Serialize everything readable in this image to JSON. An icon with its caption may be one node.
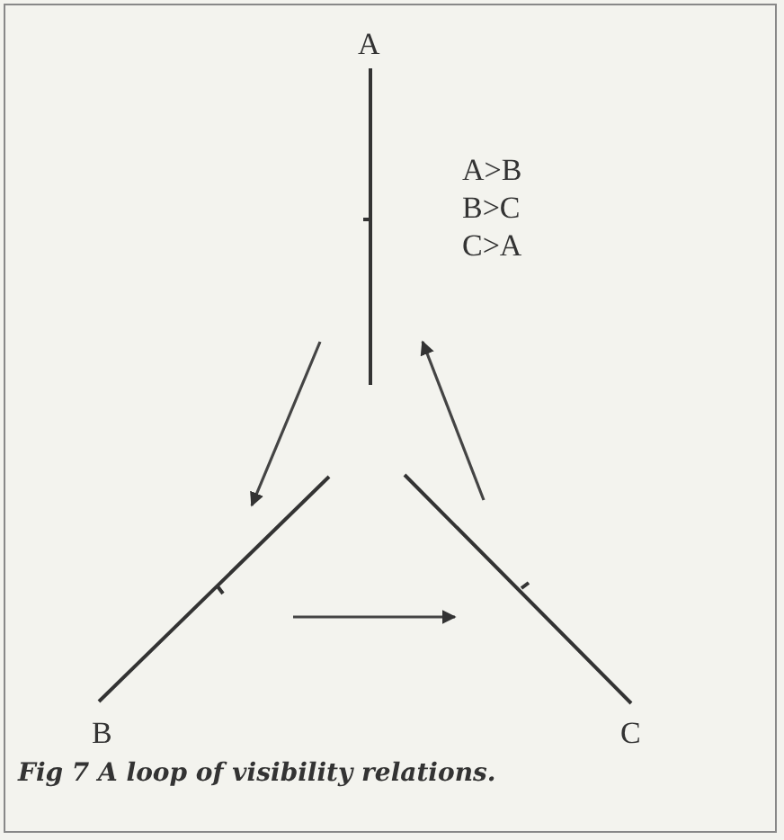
{
  "diagram": {
    "caption": "Fig 7 A loop of visibility relations.",
    "nodes": [
      {
        "text": [
          "A"
        ]
      },
      {
        "text": [
          "B"
        ]
      },
      {
        "text": [
          "C"
        ]
      }
    ],
    "edges": [
      {
        "from": 0,
        "to": 1,
        "arrow": "to"
      },
      {
        "from": 1,
        "to": 2,
        "arrow": "to"
      },
      {
        "from": 2,
        "to": 0,
        "arrow": "to"
      }
    ],
    "labels": [
      "A>B",
      "B>C",
      "C>A"
    ]
  }
}
